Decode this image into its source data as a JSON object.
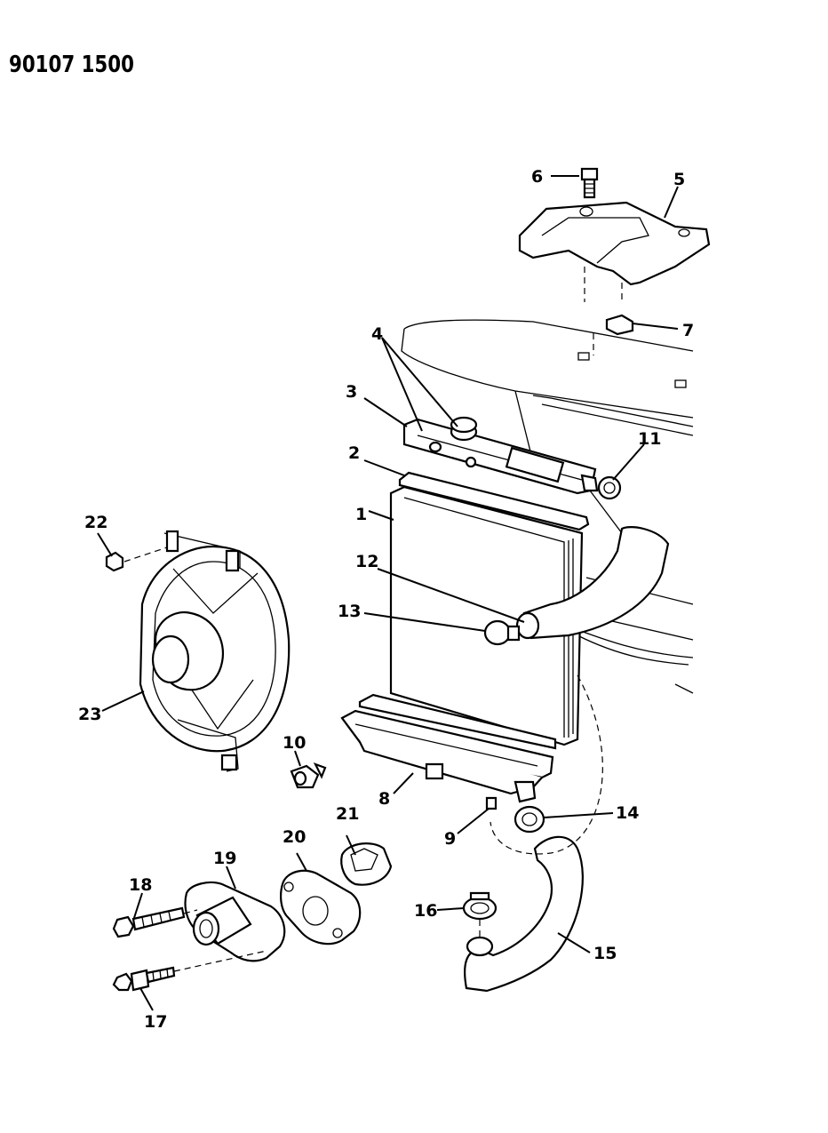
{
  "document_number": "90107 1500",
  "callouts": [
    "1",
    "2",
    "3",
    "4",
    "5",
    "6",
    "7",
    "8",
    "9",
    "10",
    "11",
    "12",
    "13",
    "14",
    "15",
    "16",
    "17",
    "18",
    "19",
    "20",
    "21",
    "22",
    "23"
  ]
}
